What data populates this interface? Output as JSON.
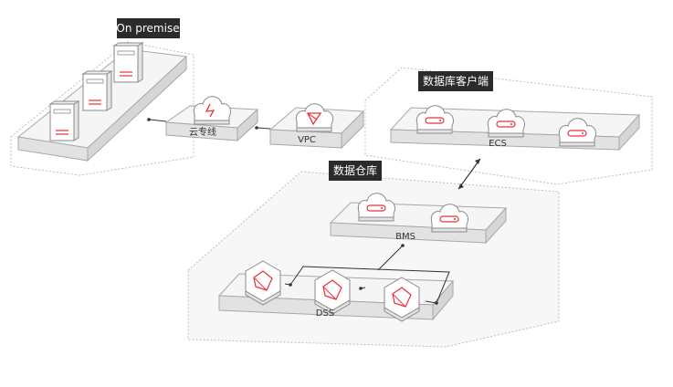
{
  "groups": {
    "on_premise": "On premise",
    "db_client": "数据库客户端",
    "data_warehouse": "数据仓库"
  },
  "platforms": {
    "direct_connect": "云专线",
    "vpc": "VPC",
    "ecs": "ECS",
    "bms": "BMS",
    "dss": "DSS"
  },
  "colors": {
    "accent": "#e8303a",
    "tag_bg": "#2b2b2b",
    "line": "#333333",
    "platform_top": "#f5f5f5",
    "platform_side": "#e2e2e2",
    "group_border": "#bdbdbd"
  },
  "icons": {
    "server": "server-icon",
    "cloud_bolt": "cloud-lightning-icon",
    "cloud_vpc": "cloud-vpc-icon",
    "cloud_server": "cloud-server-icon",
    "storage_cube": "storage-cube-icon"
  }
}
